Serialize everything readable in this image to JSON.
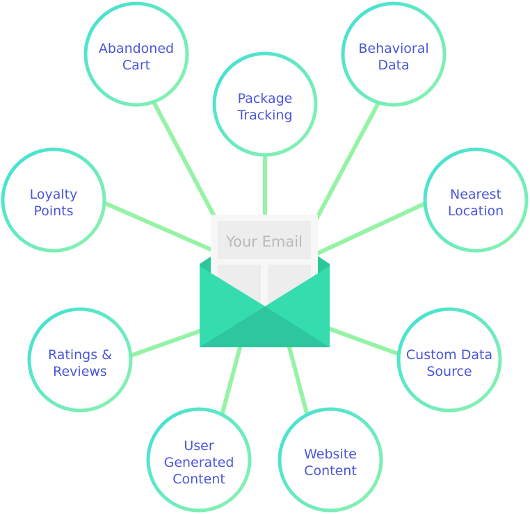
{
  "center": {
    "label": "Your Email"
  },
  "nodes": [
    {
      "id": "abandoned-cart",
      "lines": [
        "Abandoned",
        "Cart"
      ]
    },
    {
      "id": "package-tracking",
      "lines": [
        "Package",
        "Tracking"
      ]
    },
    {
      "id": "behavioral-data",
      "lines": [
        "Behavioral",
        "Data"
      ]
    },
    {
      "id": "loyalty-points",
      "lines": [
        "Loyalty",
        "Points"
      ]
    },
    {
      "id": "nearest-location",
      "lines": [
        "Nearest",
        "Location"
      ]
    },
    {
      "id": "ratings-reviews",
      "lines": [
        "Ratings &",
        "Reviews"
      ]
    },
    {
      "id": "custom-data-source",
      "lines": [
        "Custom Data",
        "Source"
      ]
    },
    {
      "id": "user-generated-content",
      "lines": [
        "User",
        "Generated",
        "Content"
      ]
    },
    {
      "id": "website-content",
      "lines": [
        "Website",
        "Content"
      ]
    }
  ],
  "colors": {
    "node_text": "#4a56d8",
    "connector": "#95f3a5",
    "circle_stroke_a": "#3ee0d6",
    "circle_stroke_b": "#8ef3ab",
    "envelope_front": "#2fcfa2",
    "envelope_flap": "#35dcae",
    "letter_bg": "#f7f7f7",
    "letter_block": "#ededed",
    "email_label": "#b9b9b9"
  }
}
